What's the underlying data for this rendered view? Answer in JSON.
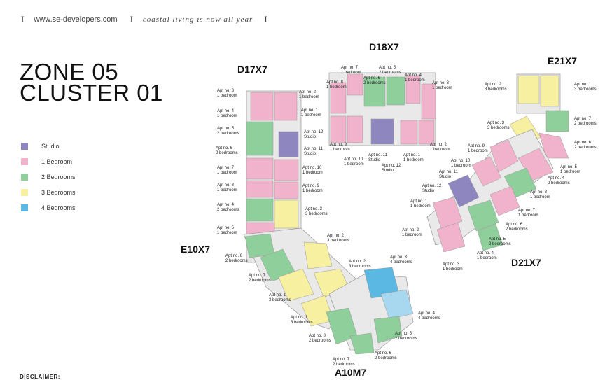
{
  "header": {
    "url": "www.se-developers.com",
    "tagline": "coastal living is now all year",
    "separator": "I"
  },
  "title": {
    "line1": "ZONE 05",
    "line2": "CLUSTER 01"
  },
  "legend": [
    {
      "label": "Studio",
      "color": "#8e86bf"
    },
    {
      "label": "1 Bedroom",
      "color": "#f1b3cb"
    },
    {
      "label": "2 Bedrooms",
      "color": "#8fcf9c"
    },
    {
      "label": "3 Bedrooms",
      "color": "#f6f0a0"
    },
    {
      "label": "4 Bedrooms",
      "color": "#5ab8e2"
    }
  ],
  "buildings": {
    "d17": "D17X7",
    "d18": "D18X7",
    "e21": "E21X7",
    "d21": "D21X7",
    "e10": "E10X7",
    "a10": "A10M7"
  },
  "apts": {
    "d17_3": [
      "Apt no. 3",
      "1 bedroom"
    ],
    "d17_2": [
      "Apt no. 2",
      "1 bedroom"
    ],
    "d17_4": [
      "Apt no. 4",
      "1 bedroom"
    ],
    "d17_1": [
      "Apt no. 1",
      "1 bedroom"
    ],
    "d17_5": [
      "Apt no. 5",
      "2 bedrooms"
    ],
    "d17_12": [
      "Apt no. 12",
      "Studio"
    ],
    "d17_6": [
      "Apt no. 6",
      "2 bedrooms"
    ],
    "d17_11": [
      "Apt no. 11",
      "Studio"
    ],
    "d17_7": [
      "Apt no. 7",
      "1 bedroom"
    ],
    "d17_10": [
      "Apt no. 10",
      "1 bedroom"
    ],
    "d17_8": [
      "Apt no. 8",
      "1 bedroom"
    ],
    "d17_9": [
      "Apt no. 9",
      "1 bedroom"
    ],
    "d17_4b": [
      "Apt no. 4",
      "2 bedrooms"
    ],
    "d17_3b": [
      "Apt no. 3",
      "3 bedrooms"
    ],
    "d17_5b": [
      "Apt no. 5",
      "1 bedroom"
    ],
    "d18_7": [
      "Apt no. 7",
      "1 bedroom"
    ],
    "d18_5": [
      "Apt no. 5",
      "2 bedrooms"
    ],
    "d18_8": [
      "Apt no. 8",
      "1 bedroom"
    ],
    "d18_6": [
      "Apt no. 6",
      "2 bedrooms"
    ],
    "d18_4": [
      "Apt no. 4",
      "1 bedroom"
    ],
    "d18_3": [
      "Apt no. 3",
      "1 bedroom"
    ],
    "d18_9": [
      "Apt no. 9",
      "1 bedroom"
    ],
    "d18_2": [
      "Apt no. 2",
      "1 bedroom"
    ],
    "d18_10": [
      "Apt no. 10",
      "1 bedroom"
    ],
    "d18_11": [
      "Apt no. 11",
      "Studio"
    ],
    "d18_1": [
      "Apt no. 1",
      "1 bedroom"
    ],
    "d18_12": [
      "Apt no. 12",
      "Studio"
    ],
    "e21_2": [
      "Apt no. 2",
      "3 bedrooms"
    ],
    "e21_1": [
      "Apt no. 1",
      "3 bedrooms"
    ],
    "e21_7": [
      "Apt no. 7",
      "2 bedrooms"
    ],
    "e21_3": [
      "Apt no. 3",
      "3 bedrooms"
    ],
    "e21_6": [
      "Apt no. 6",
      "2 bedrooms"
    ],
    "d21_9": [
      "Apt no. 9",
      "1 bedroom"
    ],
    "d21_10": [
      "Apt no. 10",
      "1 bedroom"
    ],
    "d21_11": [
      "Apt no. 11",
      "Studio"
    ],
    "d21_12": [
      "Apt no. 12",
      "Studio"
    ],
    "d21_5": [
      "Apt no. 5",
      "1 bedroom"
    ],
    "d21_4": [
      "Apt no. 4",
      "2 bedrooms"
    ],
    "d21_8": [
      "Apt no. 8",
      "1 bedroom"
    ],
    "d21_1": [
      "Apt no. 1",
      "1 bedroom"
    ],
    "d21_7": [
      "Apt no. 7",
      "1 bedroom"
    ],
    "d21_2": [
      "Apt no. 2",
      "1 bedroom"
    ],
    "d21_6": [
      "Apt no. 6",
      "2 bedrooms"
    ],
    "d21_5b": [
      "Apt no. 5",
      "2 bedrooms"
    ],
    "d21_4b": [
      "Apt no. 4",
      "1 bedroom"
    ],
    "d21_3": [
      "Apt no. 3",
      "1 bedroom"
    ],
    "e10_2": [
      "Apt no. 2",
      "3 bedrooms"
    ],
    "e10_6": [
      "Apt no. 6",
      "2 bedrooms"
    ],
    "e10_2b": [
      "Apt no. 2",
      "3 bedrooms"
    ],
    "e10_7": [
      "Apt no. 7",
      "2 bedrooms"
    ],
    "e10_1": [
      "Apt no. 1",
      "3 bedrooms"
    ],
    "e10_1b": [
      "Apt no. 1",
      "3 bedrooms"
    ],
    "e10_8": [
      "Apt no. 8",
      "2 bedrooms"
    ],
    "a10_3": [
      "Apt no. 3",
      "4 bedrooms"
    ],
    "a10_4": [
      "Apt no. 4",
      "4 bedrooms"
    ],
    "a10_5": [
      "Apt no. 5",
      "2 bedrooms"
    ],
    "a10_6": [
      "Apt no. 6",
      "2 bedrooms"
    ],
    "a10_7": [
      "Apt no. 7",
      "2 bedrooms"
    ]
  },
  "disclaimer": "DISCLAIMER:"
}
